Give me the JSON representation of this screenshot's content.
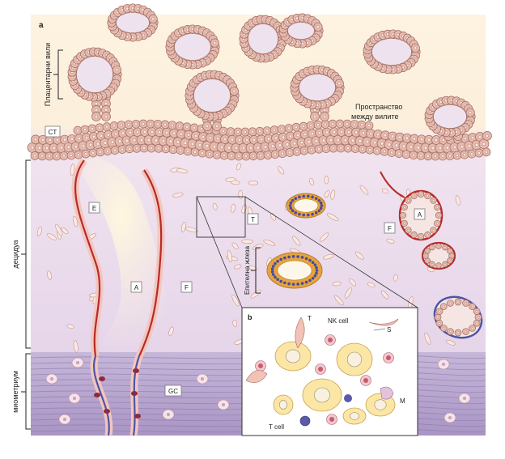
{
  "panel_a_letter": "a",
  "panel_b_letter": "b",
  "left_labels": {
    "placental_villi": "Плацентарни вили",
    "decidua": "децидуа",
    "myometrium": "миометриум"
  },
  "intervillous_space": [
    "Пространство",
    "между вилите"
  ],
  "epithelial_gland": "Епителна жлеза",
  "box_labels": {
    "ct": "CT",
    "e": "E",
    "a_left": "A",
    "f_left": "F",
    "t": "T",
    "f_right": "F",
    "a_right": "A",
    "gc": "GC"
  },
  "inset_labels": {
    "t": "T",
    "nk_cell": "NK cell",
    "s": "S",
    "m": "M",
    "t_cell": "T cell"
  },
  "colors": {
    "villi_fill": "#e7b9ad",
    "villi_stroke": "#9d6b61",
    "villi_lumen": "#efe2ef",
    "upper_bg": "#fdf1db",
    "decidua_bg": "#ede0ee",
    "myometrium_bg": "#b4a2cb",
    "artery_red": "#b72a2a",
    "artery_blue": "#4b55a8",
    "gland_orange": "#e6a43f"
  }
}
